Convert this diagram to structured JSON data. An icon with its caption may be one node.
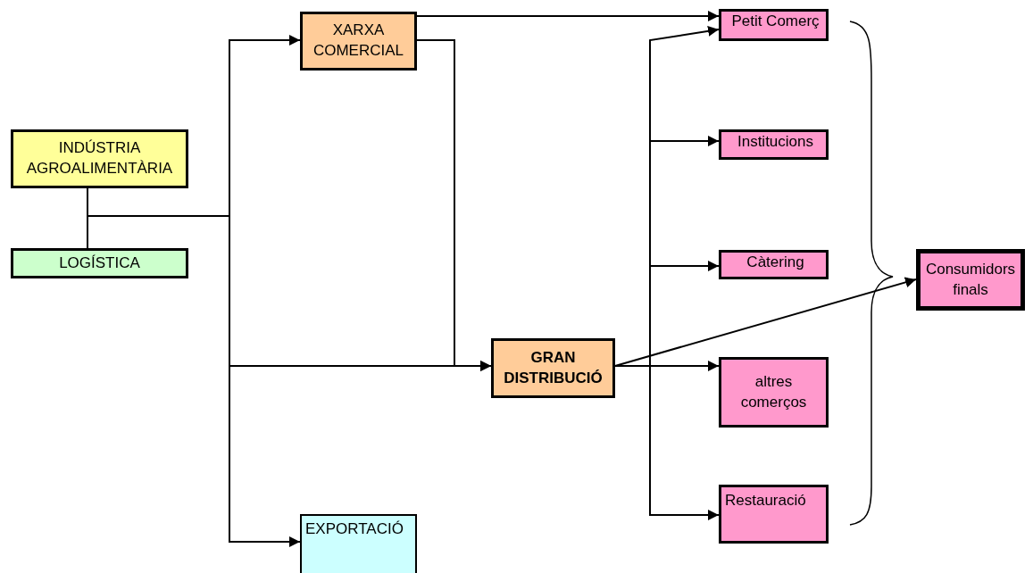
{
  "diagram": {
    "nodes": [
      {
        "text": [
          "INDÚSTRIA AGROALIMENTÀRIA"
        ]
      },
      {
        "text": [
          "LOGÍSTICA"
        ]
      },
      {
        "text": [
          "XARXA COMERCIAL"
        ]
      },
      {
        "text": [
          "GRAN DISTRIBUCIÓ"
        ]
      },
      {
        "text": [
          "EXPORTACIÓ"
        ]
      },
      {
        "text": [
          "Petit Comerç"
        ]
      },
      {
        "text": [
          "Institucions"
        ]
      },
      {
        "text": [
          "Càtering"
        ]
      },
      {
        "text": [
          "altres comerços"
        ]
      },
      {
        "text": [
          "Restauració"
        ]
      },
      {
        "text": [
          "Consumidors finals"
        ]
      }
    ],
    "edges": [
      {
        "from": 0,
        "to": 1,
        "arrow": "none"
      },
      {
        "from": 0,
        "to": 2,
        "arrow": "to"
      },
      {
        "from": 0,
        "to": 3,
        "arrow": "to"
      },
      {
        "from": 0,
        "to": 4,
        "arrow": "to"
      },
      {
        "from": 2,
        "to": 5,
        "arrow": "to"
      },
      {
        "from": 2,
        "to": 3,
        "arrow": "to"
      },
      {
        "from": 3,
        "to": 5,
        "arrow": "to"
      },
      {
        "from": 3,
        "to": 6,
        "arrow": "to"
      },
      {
        "from": 3,
        "to": 7,
        "arrow": "to"
      },
      {
        "from": 3,
        "to": 8,
        "arrow": "to"
      },
      {
        "from": 3,
        "to": 9,
        "arrow": "to"
      },
      {
        "from": 3,
        "to": 10,
        "arrow": "to"
      }
    ]
  }
}
